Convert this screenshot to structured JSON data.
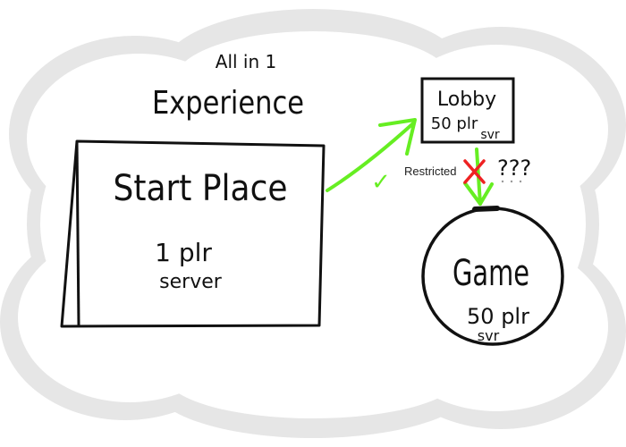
{
  "header": {
    "line1": "All in 1",
    "line2": "Experience"
  },
  "start_place": {
    "title": "Start Place",
    "capacity": "1 plr",
    "unit": "server"
  },
  "lobby": {
    "title": "Lobby",
    "capacity": "50 plr",
    "unit": "svr"
  },
  "game": {
    "title": "Game",
    "capacity": "50 plr",
    "unit": "svr"
  },
  "connectors": {
    "restricted_label": "Restricted",
    "question": "???",
    "check_mark": "✓",
    "cross_mark": "✕"
  },
  "colors": {
    "cloud_shadow": "#e6e6e6",
    "ink": "#111111",
    "arrow_green": "#66ee22",
    "cross_red": "#ee2222"
  }
}
